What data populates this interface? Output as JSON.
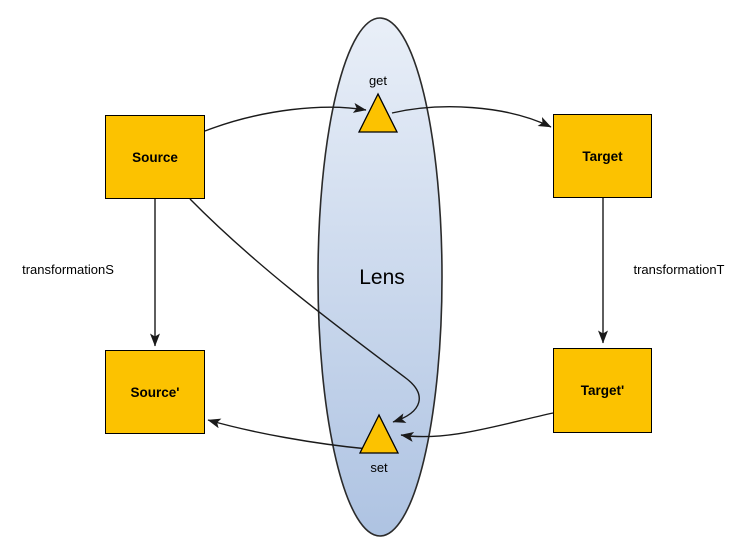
{
  "diagram": {
    "nodes": {
      "source": {
        "label": "Source"
      },
      "target": {
        "label": "Target"
      },
      "source_prime": {
        "label": "Source'"
      },
      "target_prime": {
        "label": "Target'"
      }
    },
    "lens": {
      "label": "Lens"
    },
    "functions": {
      "get": {
        "label": "get"
      },
      "set": {
        "label": "set"
      }
    },
    "edge_labels": {
      "transformation_s": {
        "label": "transformationS"
      },
      "transformation_t": {
        "label": "transformationT"
      }
    },
    "colors": {
      "node_fill": "#fcc200",
      "node_border": "#000000",
      "lens_fill_top": "#e9eff8",
      "lens_fill_bottom": "#aec3e2",
      "lens_border": "#2b2b2b",
      "arrow": "#1a1a1a",
      "background": "#ffffff",
      "text": "#000000"
    }
  }
}
